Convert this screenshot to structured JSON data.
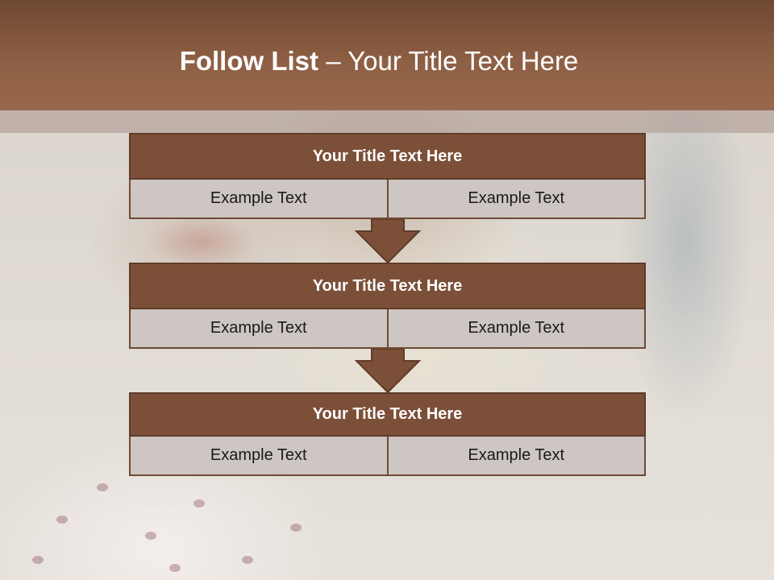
{
  "header": {
    "title_bold": "Follow List",
    "title_rest": " – Your Title Text Here"
  },
  "steps": [
    {
      "title": "Your Title Text Here",
      "left": "Example Text",
      "right": "Example Text"
    },
    {
      "title": "Your Title Text Here",
      "left": "Example Text",
      "right": "Example Text"
    },
    {
      "title": "Your Title Text Here",
      "left": "Example Text",
      "right": "Example Text"
    }
  ],
  "colors": {
    "header": "#8d5f44",
    "block_title": "#7c5038",
    "cell": "#cdc6c2",
    "arrow": "#7c5038"
  }
}
